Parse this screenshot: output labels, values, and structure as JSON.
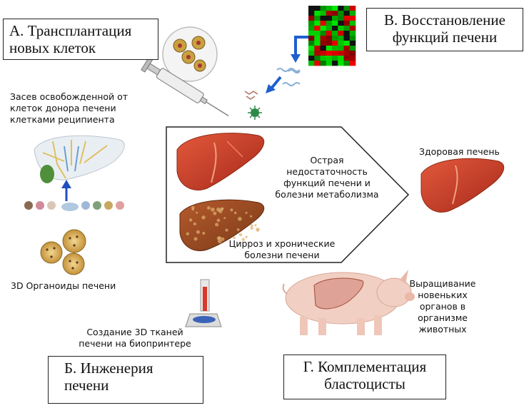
{
  "boxes": {
    "a": "А. Трансплантация новых клеток",
    "b": "Б. Инженерия печени",
    "v": "В. Восстановление функций печени",
    "g": "Г. Комплементация бластоцисты"
  },
  "labels": {
    "seeding": "Засев освобожденной от клеток донора печени клетками реципиента",
    "organoids": "3D Органоиды печени",
    "bioprinter": "Создание 3D тканей печени на биопринтере",
    "acute": "Острая недостаточность функций печени и болезни метаболизма",
    "cirrhosis": "Цирроз и хронические болезни печени",
    "healthy": "Здоровая печень",
    "growing": "Выращивание новеньких органов в организме животных"
  },
  "colors": {
    "liver": "#c8321e",
    "liver_dark": "#8e2a14",
    "gold": "#c69a3a",
    "arrow_blue": "#1f5fd0",
    "pig": "#f1cfc2"
  }
}
